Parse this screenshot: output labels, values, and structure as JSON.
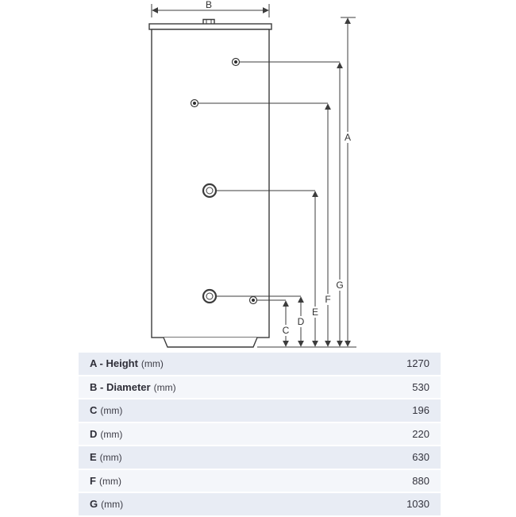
{
  "diagram": {
    "dim_labels": {
      "A": "A",
      "B": "B",
      "C": "C",
      "D": "D",
      "E": "E",
      "F": "F",
      "G": "G"
    }
  },
  "table": {
    "rows": [
      {
        "label": "A - Height",
        "unit": "(mm)",
        "value": "1270"
      },
      {
        "label": "B - Diameter",
        "unit": "(mm)",
        "value": "530"
      },
      {
        "label": "C",
        "unit": "(mm)",
        "value": "196"
      },
      {
        "label": "D",
        "unit": "(mm)",
        "value": "220"
      },
      {
        "label": "E",
        "unit": "(mm)",
        "value": "630"
      },
      {
        "label": "F",
        "unit": "(mm)",
        "value": "880"
      },
      {
        "label": "G",
        "unit": "(mm)",
        "value": "1030"
      }
    ]
  }
}
